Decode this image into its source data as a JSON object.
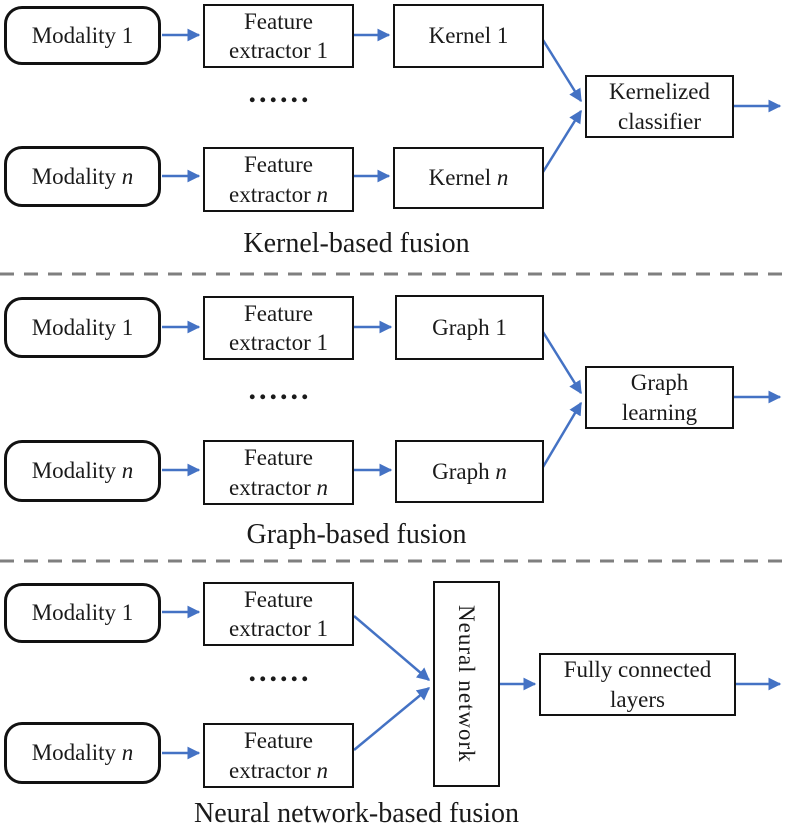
{
  "colors": {
    "arrow": "#4472C4",
    "box_border": "#121212",
    "separator": "#7f7f7f",
    "text": "#1a1a1a"
  },
  "sections": {
    "kernel": {
      "caption": "Kernel-based fusion",
      "dots": "......",
      "modality_1": "Modality 1",
      "modality_n_prefix": "Modality",
      "modality_n_suffix": "n",
      "extractor_1": "Feature extractor 1",
      "extractor_n_prefix": "Feature extractor",
      "extractor_n_suffix": "n",
      "kernel_1": "Kernel 1",
      "kernel_n_prefix": "Kernel",
      "kernel_n_suffix": "n",
      "classifier": "Kernelized classifier"
    },
    "graph": {
      "caption": "Graph-based fusion",
      "dots": "......",
      "modality_1": "Modality 1",
      "modality_n_prefix": "Modality",
      "modality_n_suffix": "n",
      "extractor_1": "Feature extractor 1",
      "extractor_n_prefix": "Feature extractor",
      "extractor_n_suffix": "n",
      "graph_1": "Graph 1",
      "graph_n_prefix": "Graph",
      "graph_n_suffix": "n",
      "learning": "Graph learning"
    },
    "neural": {
      "caption": "Neural network-based fusion",
      "dots": "......",
      "modality_1": "Modality 1",
      "modality_n_prefix": "Modality",
      "modality_n_suffix": "n",
      "extractor_1": "Feature extractor 1",
      "extractor_n_prefix": "Feature extractor",
      "extractor_n_suffix": "n",
      "network": "Neural network",
      "fully_connected": "Fully connected layers"
    }
  }
}
